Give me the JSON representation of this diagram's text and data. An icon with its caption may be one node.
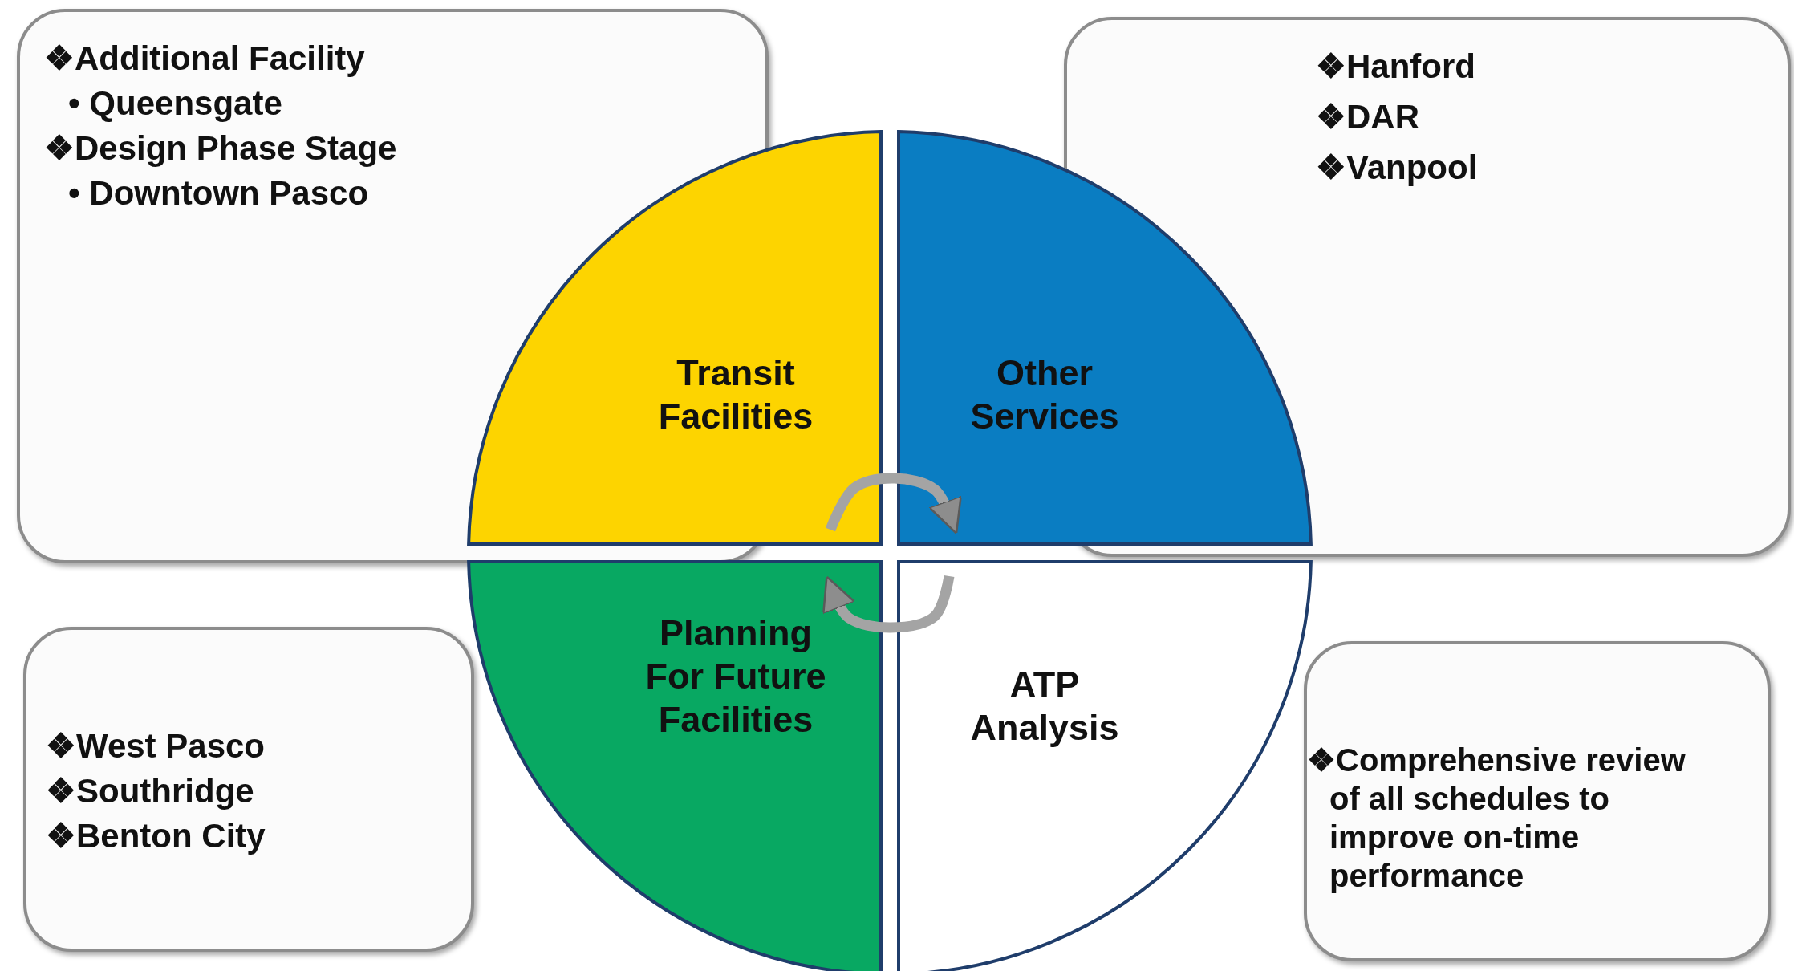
{
  "diagram": {
    "nodes": [
      {
        "text": [
          "❖Additional Facility",
          "• Queensgate",
          "❖Design Phase Stage",
          "• Downtown Pasco"
        ]
      },
      {
        "text": [
          "❖Hanford",
          "❖DAR",
          "❖Vanpool"
        ]
      },
      {
        "text": [
          "Transit Facilities"
        ]
      },
      {
        "text": [
          "Other Services"
        ]
      },
      {
        "text": [
          "Planning For Future Facilities"
        ]
      },
      {
        "text": [
          "ATP Analysis"
        ]
      },
      {
        "text": [
          "❖West Pasco",
          "❖Southridge",
          "❖Benton City"
        ]
      },
      {
        "text": [
          "❖Comprehensive review of all schedules to improve on-time performance"
        ]
      }
    ],
    "edges": [
      {
        "from": 2,
        "to": 3,
        "arrow": "to"
      },
      {
        "from": 5,
        "to": 4,
        "arrow": "to"
      }
    ]
  }
}
